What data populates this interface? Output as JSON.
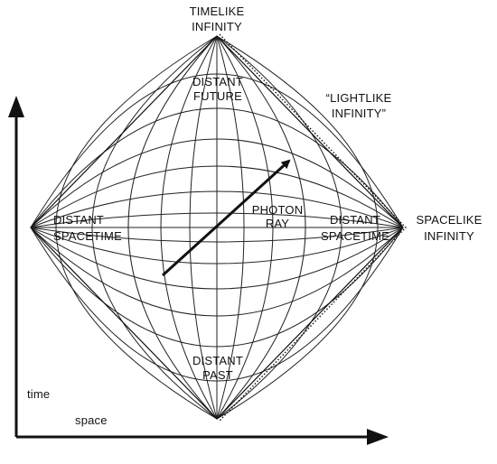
{
  "labels": {
    "timelike_infinity": [
      "TIMELIKE",
      "INFINITY"
    ],
    "distant_future": [
      "DISTANT",
      "FUTURE"
    ],
    "lightlike_infinity": [
      "“LIGHTLIKE",
      "INFINITY”"
    ],
    "photon_ray": [
      "PHOTON",
      "RAY"
    ],
    "distant_spacetime_left": [
      "DISTANT",
      "SPACETIME"
    ],
    "distant_spacetime_right": [
      "DISTANT",
      "SPACETIME"
    ],
    "spacelike_infinity": [
      "SPACELIKE",
      "INFINITY"
    ],
    "distant_past": [
      "DISTANT",
      "PAST"
    ],
    "time_axis": "time",
    "space_axis": "space"
  }
}
